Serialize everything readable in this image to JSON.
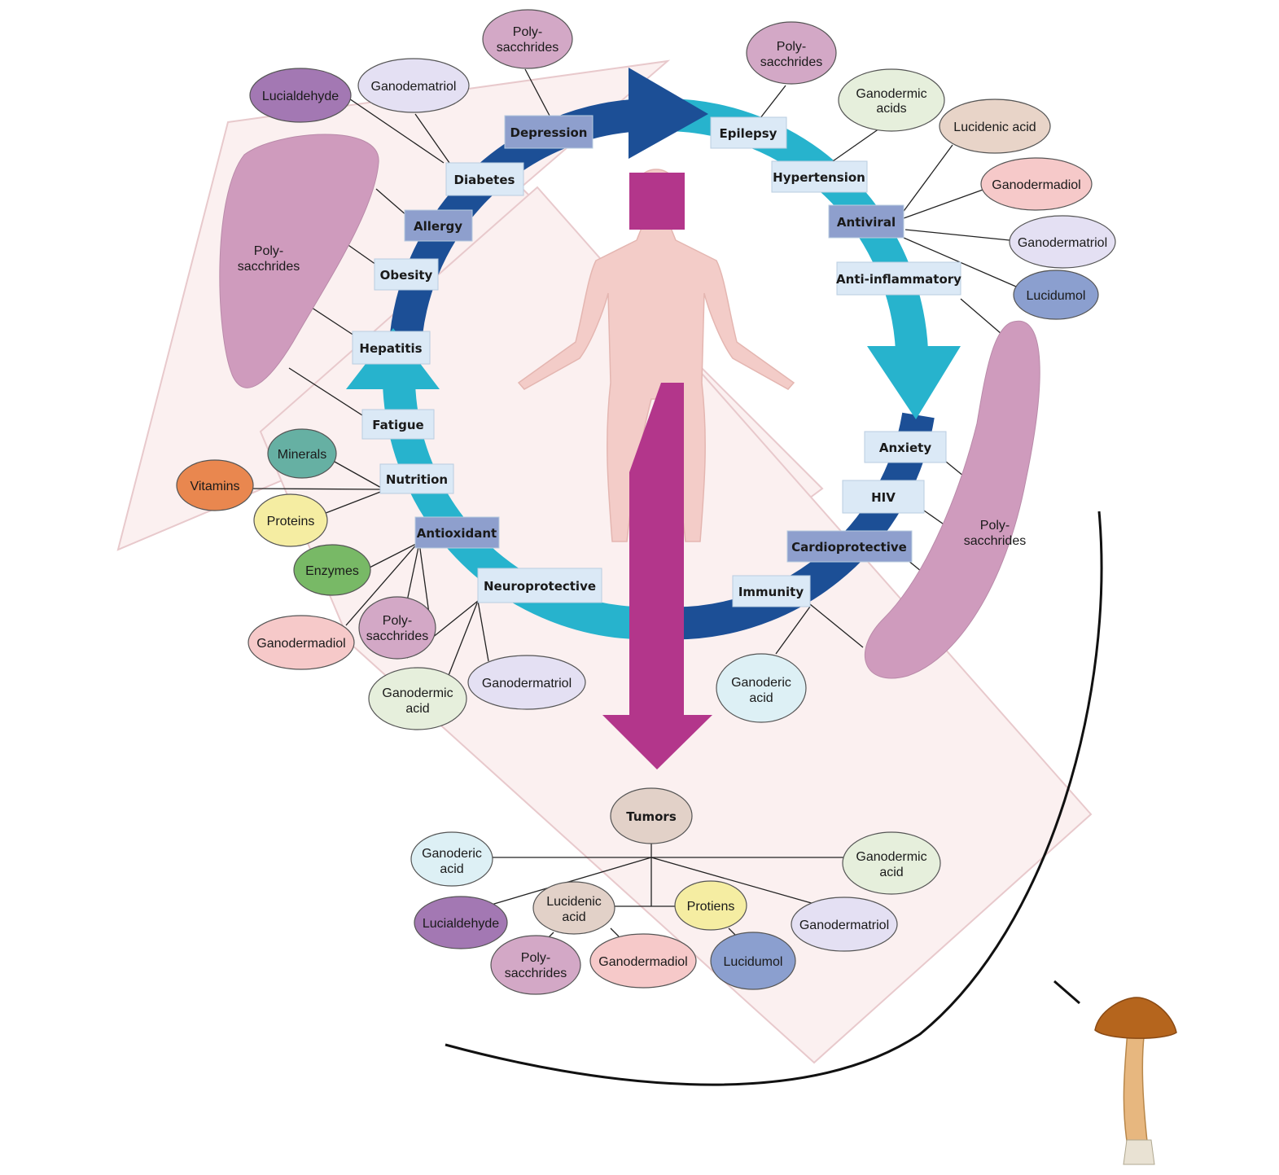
{
  "colors": {
    "ring_dark": "#1c4f96",
    "ring_light": "#27b3cd",
    "magenta_arrow": "#b3368b",
    "band_fill": "#fbf0f0",
    "band_stroke": "#e8c9cc",
    "box_light": "#dbe9f6",
    "box_dark": "#8e9fcd",
    "lobe_fill": "#cf9bbd",
    "body_fill": "#f3ccc8",
    "mushroom_cap": "#b5651d"
  },
  "benefits": {
    "depression": "Depression",
    "epilepsy": "Epilepsy",
    "diabetes": "Diabetes",
    "hypertension": "Hypertension",
    "allergy": "Allergy",
    "antiviral": "Antiviral",
    "obesity": "Obesity",
    "anti_inflammatory": "Anti-inflammatory",
    "hepatitis": "Hepatitis",
    "fatigue": "Fatigue",
    "nutrition": "Nutrition",
    "antioxidant": "Antioxidant",
    "neuroprotective": "Neuroprotective",
    "anxiety": "Anxiety",
    "hiv": "HIV",
    "cardioprotective": "Cardioprotective",
    "immunity": "Immunity",
    "tumors": "Tumors"
  },
  "compounds": {
    "top_left_lucialdehyde": "Lucialdehyde",
    "top_left_ganodematriol": "Ganodematriol",
    "top_polysacchrides_l1": "Poly-",
    "top_polysacchrides_l2": "sacchrides",
    "top_right_polysacchrides_l1": "Poly-",
    "top_right_polysacchrides_l2": "sacchrides",
    "ganodermic_acids_l1": "Ganodermic",
    "ganodermic_acids_l2": "acids",
    "lucidenic_acid_right": "Lucidenic acid",
    "ganodermadiol_right": "Ganodermadiol",
    "ganodermatriol_right": "Ganodermatriol",
    "lucidumol_right": "Lucidumol",
    "left_lobe_l1": "Poly-",
    "left_lobe_l2": "sacchrides",
    "right_lobe_l1": "Poly-",
    "right_lobe_l2": "sacchrides",
    "minerals": "Minerals",
    "vitamins": "Vitamins",
    "proteins": "Proteins",
    "enzymes": "Enzymes",
    "ganodermadiol_left": "Ganodermadiol",
    "left_polysacchrides_l1": "Poly-",
    "left_polysacchrides_l2": "sacchrides",
    "ganodermic_acid_left_l1": "Ganodermic",
    "ganodermic_acid_left_l2": "acid",
    "ganodermatriol_left": "Ganodermatriol",
    "ganoderic_acid_right_l1": "Ganoderic",
    "ganoderic_acid_right_l2": "acid",
    "tumor_ganoderic_l1": "Ganoderic",
    "tumor_ganoderic_l2": "acid",
    "tumor_ganodermic_l1": "Ganodermic",
    "tumor_ganodermic_l2": "acid",
    "tumor_lucialdehyde": "Lucialdehyde",
    "tumor_lucidenic_l1": "Lucidenic",
    "tumor_lucidenic_l2": "acid",
    "tumor_protiens": "Protiens",
    "tumor_ganodermatriol": "Ganodermatriol",
    "tumor_polysacchrides_l1": "Poly-",
    "tumor_polysacchrides_l2": "sacchrides",
    "tumor_ganodermadiol": "Ganodermadiol",
    "tumor_lucidumol": "Lucidumol"
  }
}
